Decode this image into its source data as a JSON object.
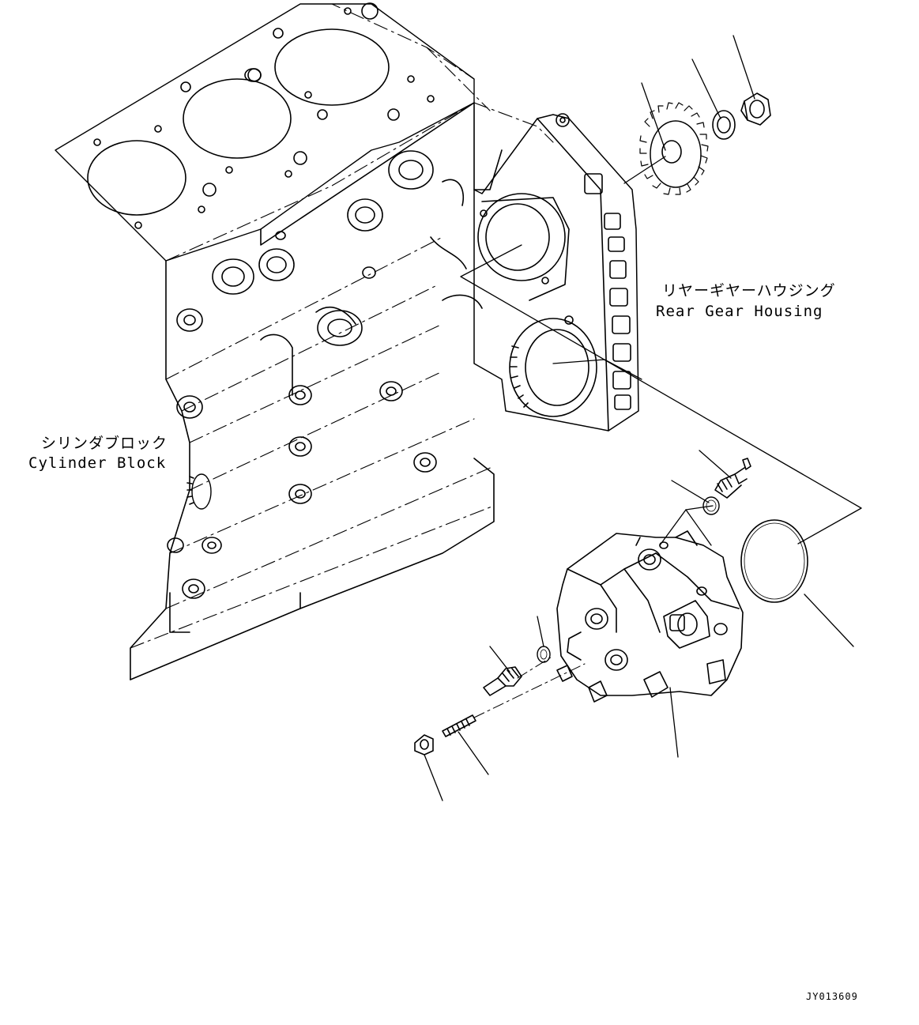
{
  "labels": {
    "rear_gear_housing_jp": "リヤーギヤーハウジング",
    "rear_gear_housing_en": "Rear Gear Housing",
    "cylinder_block_jp": "シリンダブロック",
    "cylinder_block_en": "Cylinder Block"
  },
  "drawing_code": "JY013609"
}
